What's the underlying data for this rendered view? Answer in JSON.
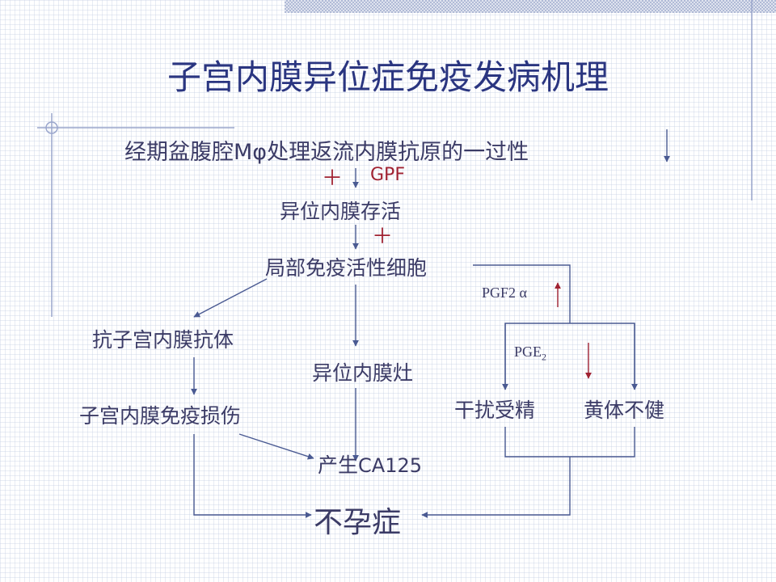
{
  "title": "子宫内膜异位症免疫发病机理",
  "nodes": {
    "top_prefix": "经期盆腹腔",
    "top_mphi": "Mφ",
    "top_suffix": "处理返流内膜抗原的一过性",
    "plus_1": "＋",
    "gpf": "GPF",
    "survive": "异位内膜存活",
    "plus_2": "＋",
    "local_immune": "局部免疫活性细胞",
    "pgf2a": "PGF2 α",
    "antibody": "抗子宫内膜抗体",
    "pge2": "PGE",
    "pge2_sub": "2",
    "lesion": "异位内膜灶",
    "injury": "子宫内膜免疫损伤",
    "ca125_prefix": "产生",
    "ca125": "CA125",
    "interfere": "干扰受精",
    "luteal": "黄体不健",
    "infertility": "不孕症"
  },
  "colors": {
    "title": "#2a3580",
    "text": "#3b3b66",
    "accent_red": "#a02232",
    "line": "#4a5a92"
  }
}
